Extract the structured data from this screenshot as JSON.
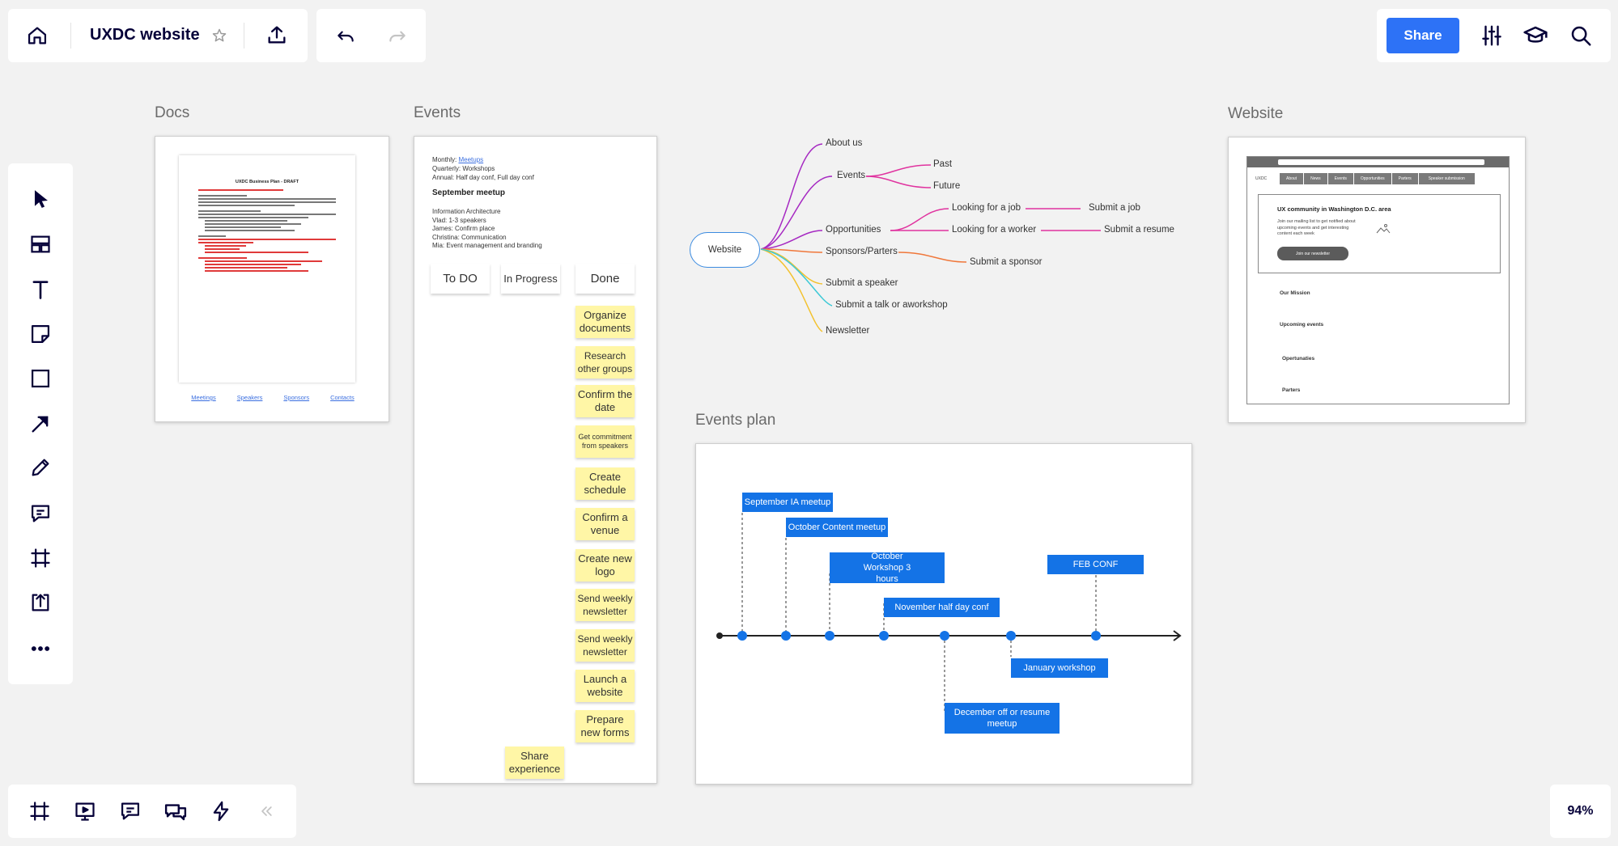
{
  "board": {
    "title": "UXDC website"
  },
  "topbar": {
    "share_label": "Share",
    "zoom": "94%"
  },
  "frames": {
    "docs": {
      "label": "Docs",
      "doc_title": "UXDC Business Plan - DRAFT",
      "links": [
        "Meetings",
        "Speakers",
        "Sponsors",
        "Contacts"
      ]
    },
    "events": {
      "label": "Events",
      "schedule": {
        "monthly_prefix": "Monthly: ",
        "monthly_link": "Meetups",
        "quarterly": "Quarterly: Workshops",
        "annual": "Annual: Half day conf, Full day conf"
      },
      "meetup_title": "September meetup",
      "roles": [
        "Information Architecture",
        "Vlad: 1-3 speakers",
        "James: Confirm place",
        "Christina: Communication",
        "Mia: Event management and branding"
      ],
      "columns": [
        "To DO",
        "In Progress",
        "Done"
      ],
      "done_items": [
        "Organize documents",
        "Research other groups",
        "Confirm the date",
        "Get commitment from speakers",
        "Create schedule",
        "Confirm a venue",
        "Create new logo",
        "Send weekly newsletter",
        "Send weekly newsletter",
        "Launch a website",
        "Prepare new forms"
      ],
      "in_progress_items": [
        "Share experience"
      ]
    },
    "website": {
      "label": "Website",
      "logo": "UXDC",
      "nav": [
        "About",
        "News",
        "Events",
        "Opportunities",
        "Parters",
        "Speaker submission"
      ],
      "hero_title": "UX community in Washington D.C. area",
      "hero_text": "Join our mailing list to get notified about upcoming events and get interesting content each week",
      "hero_button": "Join our newsletter",
      "sections": [
        "Our Mission",
        "Upcoming events",
        "Opertunaties",
        "Parters"
      ]
    },
    "events_plan": {
      "label": "Events plan",
      "items": [
        "September IA meetup",
        "October Content meetup",
        "October Workshop 3 hours",
        "November half day conf",
        "FEB CONF",
        "January workshop",
        "December off or resume meetup"
      ]
    }
  },
  "mindmap": {
    "root": "Website",
    "nodes": {
      "about": "About  us",
      "events": "Events",
      "past": "Past",
      "future": "Future",
      "opportunities": "Opportunities",
      "looking_job": "Looking for a job",
      "submit_job": "Submit a job",
      "looking_worker": "Looking for a worker",
      "submit_resume": "Submit a resume",
      "sponsors": "Sponsors/Parters",
      "submit_sponsor": "Submit a sponsor",
      "submit_speaker": "Submit a speaker",
      "submit_talk": "Submit a talk or aworkshop",
      "newsletter": "Newsletter"
    }
  },
  "colors": {
    "accent": "#2d72f6",
    "timeline_blue": "#1473e6",
    "sticky_yellow": "#fff6a6",
    "branch_purple": "#a629c2",
    "branch_pink": "#e0339f",
    "branch_orange": "#f0773a",
    "branch_yellow": "#f3c22f",
    "branch_cyan": "#3ec9d6"
  }
}
